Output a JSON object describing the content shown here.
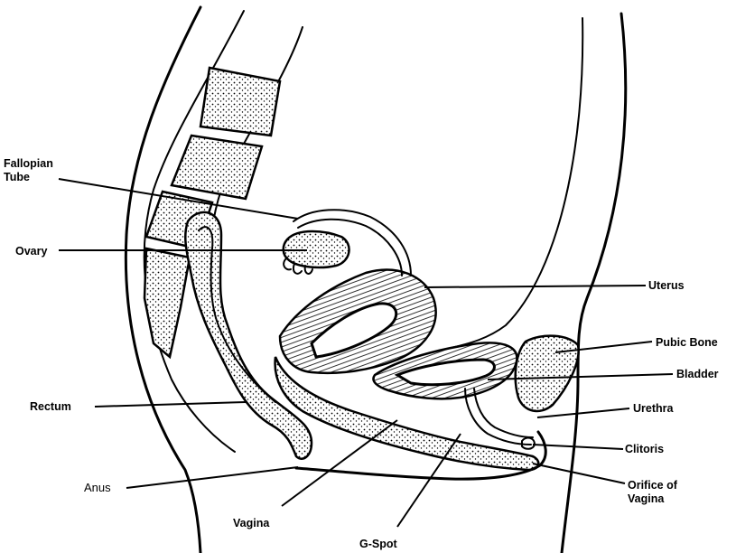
{
  "labels": {
    "fallopian_tube": [
      "Fallopian",
      "Tube"
    ],
    "ovary": "Ovary",
    "rectum": "Rectum",
    "anus": "Anus",
    "vagina": "Vagina",
    "g_spot": "G-Spot",
    "uterus": "Uterus",
    "pubic_bone": "Pubic Bone",
    "bladder": "Bladder",
    "urethra": "Urethra",
    "clitoris": "Clitoris",
    "orifice_of_vagina": [
      "Orifice of",
      "Vagina"
    ]
  }
}
